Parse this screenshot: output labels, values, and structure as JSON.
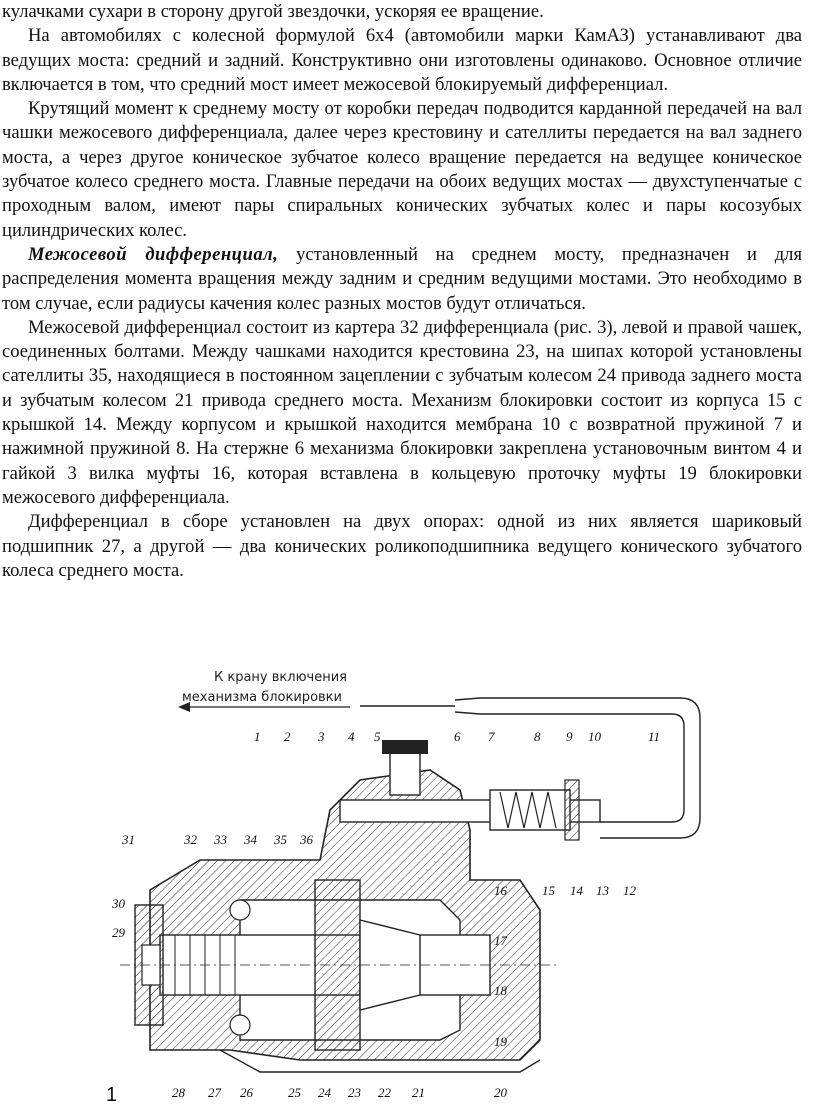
{
  "paragraphs": [
    {
      "lead": "",
      "text": "кулачками сухари в сторону другой звездочки, ускоряя ее вращение."
    },
    {
      "lead": "",
      "text": "На автомобилях с колесной формулой 6х4 (автомобили марки КамАЗ) устанавливают два ведущих моста: средний и задний. Конструктивно они изготовлены одинаково. Основное отличие включается в том, что средний мост имеет межосевой блокируемый дифференциал."
    },
    {
      "lead": "",
      "text": "Крутящий момент к среднему мосту от коробки передач подводится карданной передачей на вал чашки межосевого дифференциала, далее через крестовину и сателлиты передается на вал заднего моста, а через другое коническое зубчатое колесо вращение передается на ведущее коническое зубчатое колесо среднего моста. Главные передачи на обоих ведущих мостах — двухступенчатые с проходным валом, имеют пары спиральных конических зубчатых колес и пары косозубых цилиндрических колес."
    },
    {
      "lead": "Межосевой дифференциал,",
      "text": " установленный на среднем мосту, предназначен и для распределения момента вращения между задним и средним ведущими мостами. Это необходимо в том случае, если радиусы качения колес разных мостов будут отличаться."
    },
    {
      "lead": "",
      "text": "Межосевой дифференциал состоит из картера 32 дифференциала (рис. 3), левой и правой чашек, соединенных болтами. Между чашками находится крестовина 23, на шипах которой установлены сателлиты 35, находящиеся в постоянном зацеплении с зубчатым колесом 24 привода заднего моста и зубчатым колесом 21 привода среднего моста. Механизм блокировки состоит из корпуса 15 с крышкой 14. Между корпусом и крышкой находится мембрана 10 с возвратной пружиной 7 и нажимной пружиной 8. На стержне 6 механизма блокировки закреплена установочным винтом 4 и гайкой 3 вилка муфты 16, которая вставлена в кольцевую проточку муфты 19 блокировки межосевого дифференциала."
    },
    {
      "lead": "",
      "text": "Дифференциал в сборе установлен на двух опорах: одной из них является шариковый подшипник 27, а другой — два конических роликоподшипника ведущего конического зубчатого колеса среднего моста."
    }
  ],
  "figure": {
    "caption_line1": "К крану включения",
    "caption_line2": "механизма блокировки",
    "callouts": [
      "1",
      "2",
      "3",
      "4",
      "5",
      "6",
      "7",
      "8",
      "9",
      "10",
      "11",
      "12",
      "13",
      "14",
      "15",
      "16",
      "17",
      "18",
      "19",
      "20",
      "21",
      "22",
      "23",
      "24",
      "25",
      "26",
      "27",
      "28",
      "29",
      "30",
      "31",
      "32",
      "33",
      "34",
      "35",
      "36"
    ]
  },
  "page_number": "1"
}
